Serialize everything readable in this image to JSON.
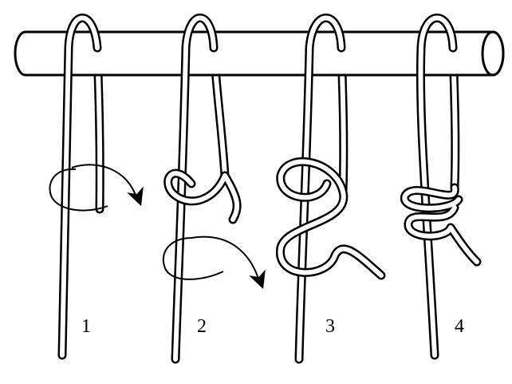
{
  "diagram": {
    "steps": [
      {
        "label": "1"
      },
      {
        "label": "2"
      },
      {
        "label": "3"
      },
      {
        "label": "4"
      }
    ],
    "colors": {
      "line": "#000000",
      "fill": "#ffffff"
    }
  }
}
